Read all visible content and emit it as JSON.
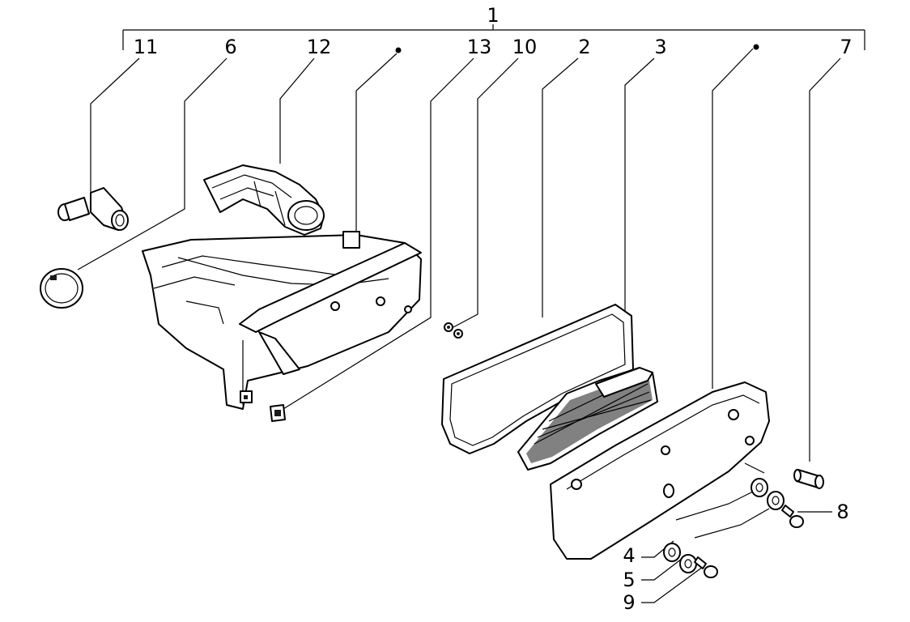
{
  "diagram": {
    "callouts": {
      "c1": "1",
      "c11": "11",
      "c6": "6",
      "c12": "12",
      "c13": "13",
      "c10": "10",
      "c2": "2",
      "c3": "3",
      "c7": "7",
      "c8": "8",
      "c4": "4",
      "c5": "5",
      "c9": "9"
    },
    "colors": {
      "line": "#000000",
      "background": "#ffffff"
    }
  }
}
